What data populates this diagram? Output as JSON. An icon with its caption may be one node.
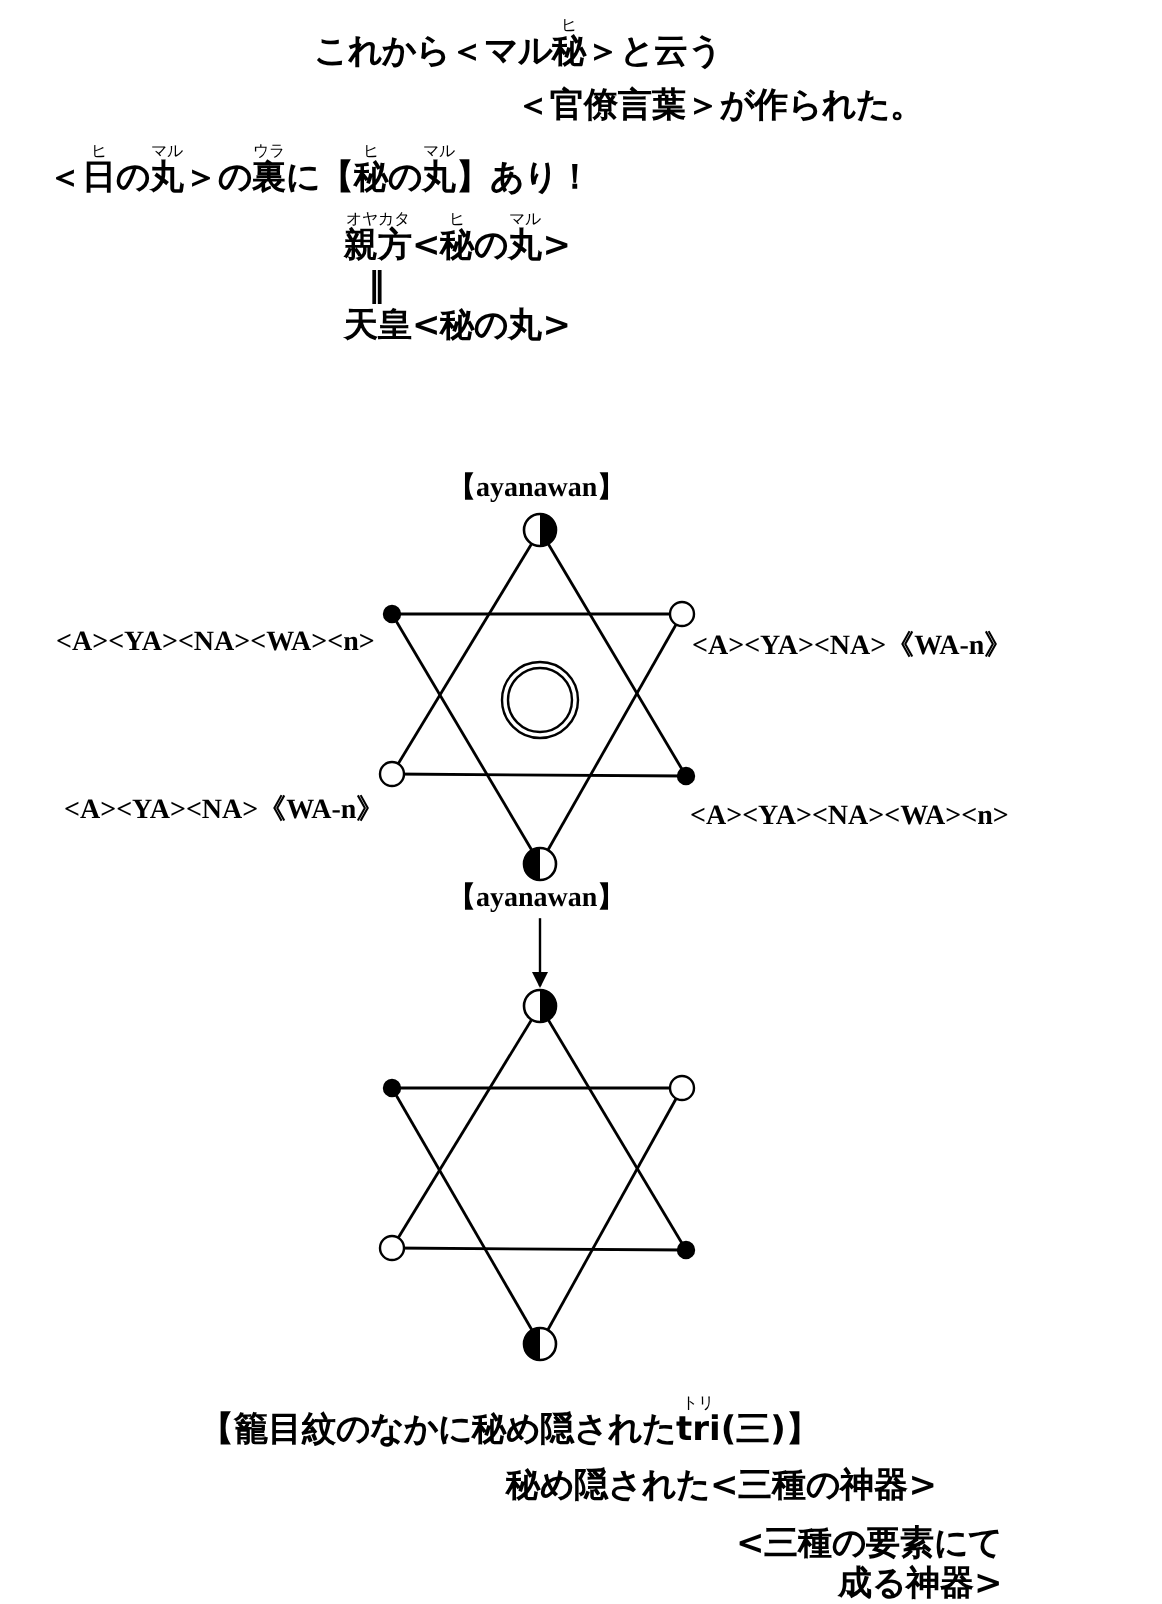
{
  "diagram": {
    "nodes": [
      {
        "text": [
          "【ayanawan】"
        ]
      },
      {
        "text": [],
        "shape": "circle"
      }
    ],
    "edges": [
      {
        "from": 0,
        "to": 1,
        "arrow": "to"
      }
    ],
    "labels": [
      "ヒ",
      "これから＜マル秘＞と云う",
      "＜官僚言葉＞が作られた。",
      "ヒ",
      "マル",
      "ウラ",
      "ヒ",
      "マル",
      "＜日の丸＞の裏に【秘の丸】あり！",
      "オヤカタ",
      "ヒ",
      "マル",
      "親方<秘の丸>",
      "‖",
      "天皇<秘の丸>",
      "【ayanawan】",
      "<A><YA><NA><WA><n>",
      "<A><YA><NA>《WA-n》",
      "<A><YA><NA>《WA-n》",
      "<A><YA><NA><WA><n>",
      "トリ",
      "【籠目紋のなかに秘め隠されたtri(三)】",
      "秘め隠された<三種の神器>",
      "<三種の要素にて成る神器>"
    ]
  }
}
